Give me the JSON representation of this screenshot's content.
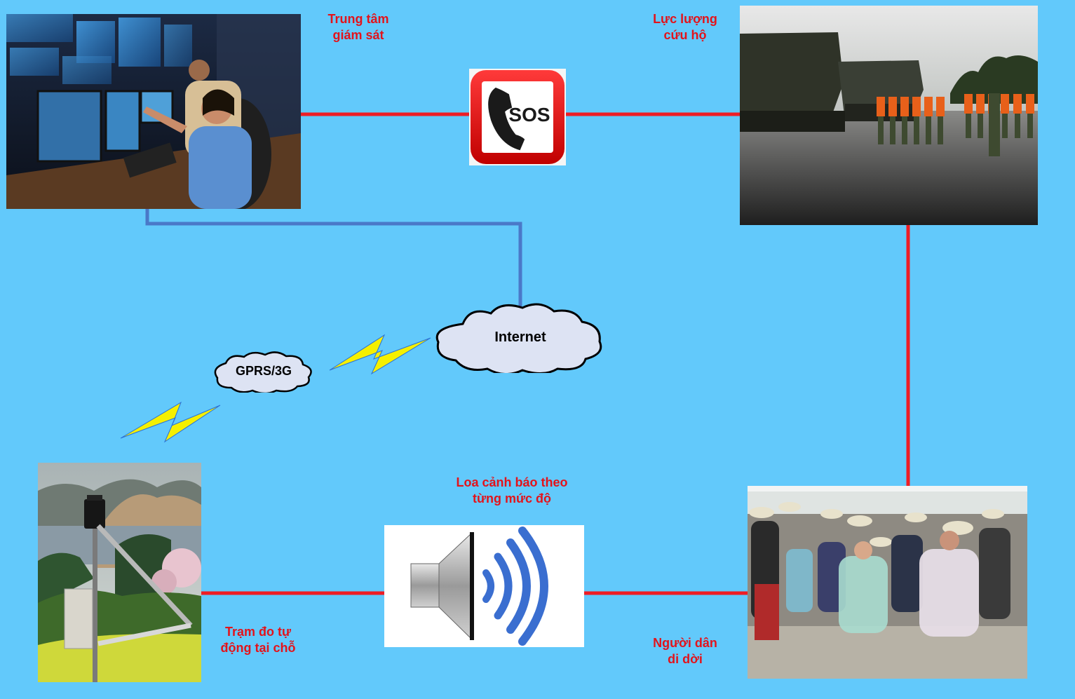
{
  "nodes": {
    "monitoring_center": {
      "label_line1": "Trung tâm",
      "label_line2": "giám sát"
    },
    "rescue_force": {
      "label_line1": "Lực lượng",
      "label_line2": "cứu hộ"
    },
    "sos": {
      "text": "SOS"
    },
    "internet": {
      "label": "Internet"
    },
    "gprs": {
      "label": "GPRS/3G"
    },
    "warning_speaker": {
      "label_line1": "Loa cảnh báo theo",
      "label_line2": "từng mức độ"
    },
    "station": {
      "label_line1": "Trạm đo tự",
      "label_line2": "động tại chỗ"
    },
    "evacuees": {
      "label_line1": "Người dân",
      "label_line2": "di dời"
    }
  },
  "colors": {
    "background": "#62c9fb",
    "label_red": "#e3131b",
    "link_red": "#ee1c24",
    "link_blue": "#4a78c8",
    "lightning": "#f5f000",
    "cloud_fill": "#dde3f3"
  }
}
